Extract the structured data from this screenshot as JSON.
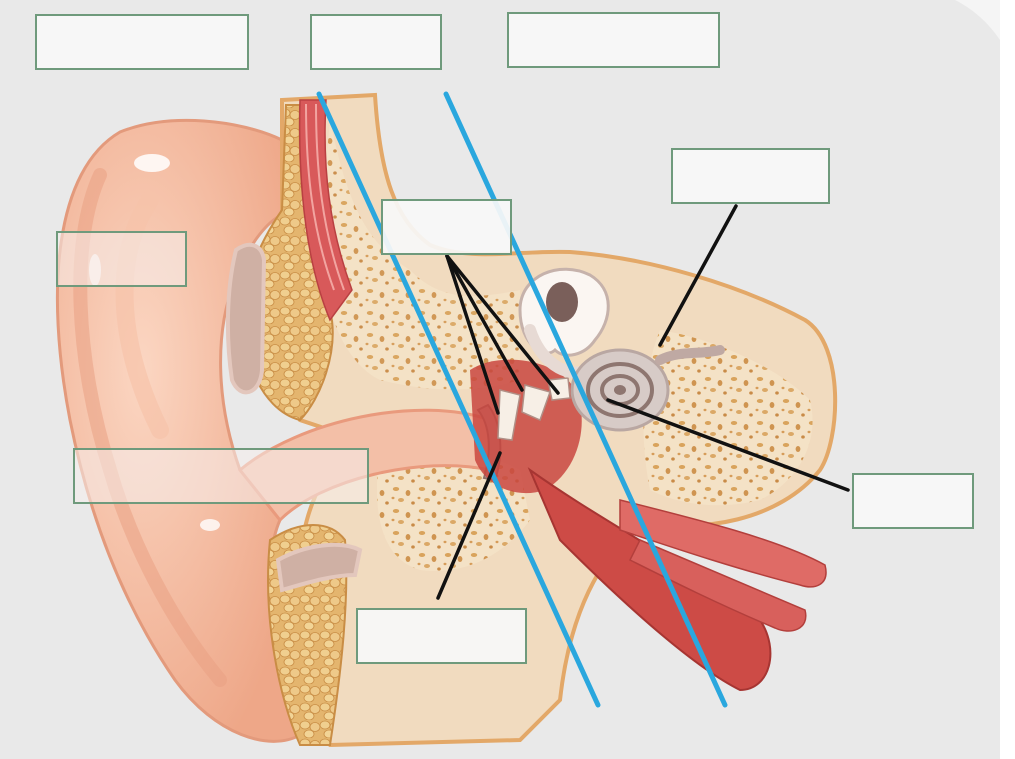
{
  "diagram": {
    "subject": "human-ear-cross-section",
    "background_color": "#e9e9e9",
    "blank_labels": [
      {
        "id": "label-top-left",
        "text": ""
      },
      {
        "id": "label-top-center",
        "text": ""
      },
      {
        "id": "label-top-right",
        "text": ""
      },
      {
        "id": "label-right-upper",
        "text": ""
      },
      {
        "id": "label-middle-upper",
        "text": ""
      },
      {
        "id": "label-left-upper",
        "text": ""
      },
      {
        "id": "label-left-lower",
        "text": ""
      },
      {
        "id": "label-right-lower",
        "text": ""
      },
      {
        "id": "label-bottom-center",
        "text": ""
      }
    ],
    "divider_color": "#2aa7de",
    "leader_color": "#111111"
  }
}
